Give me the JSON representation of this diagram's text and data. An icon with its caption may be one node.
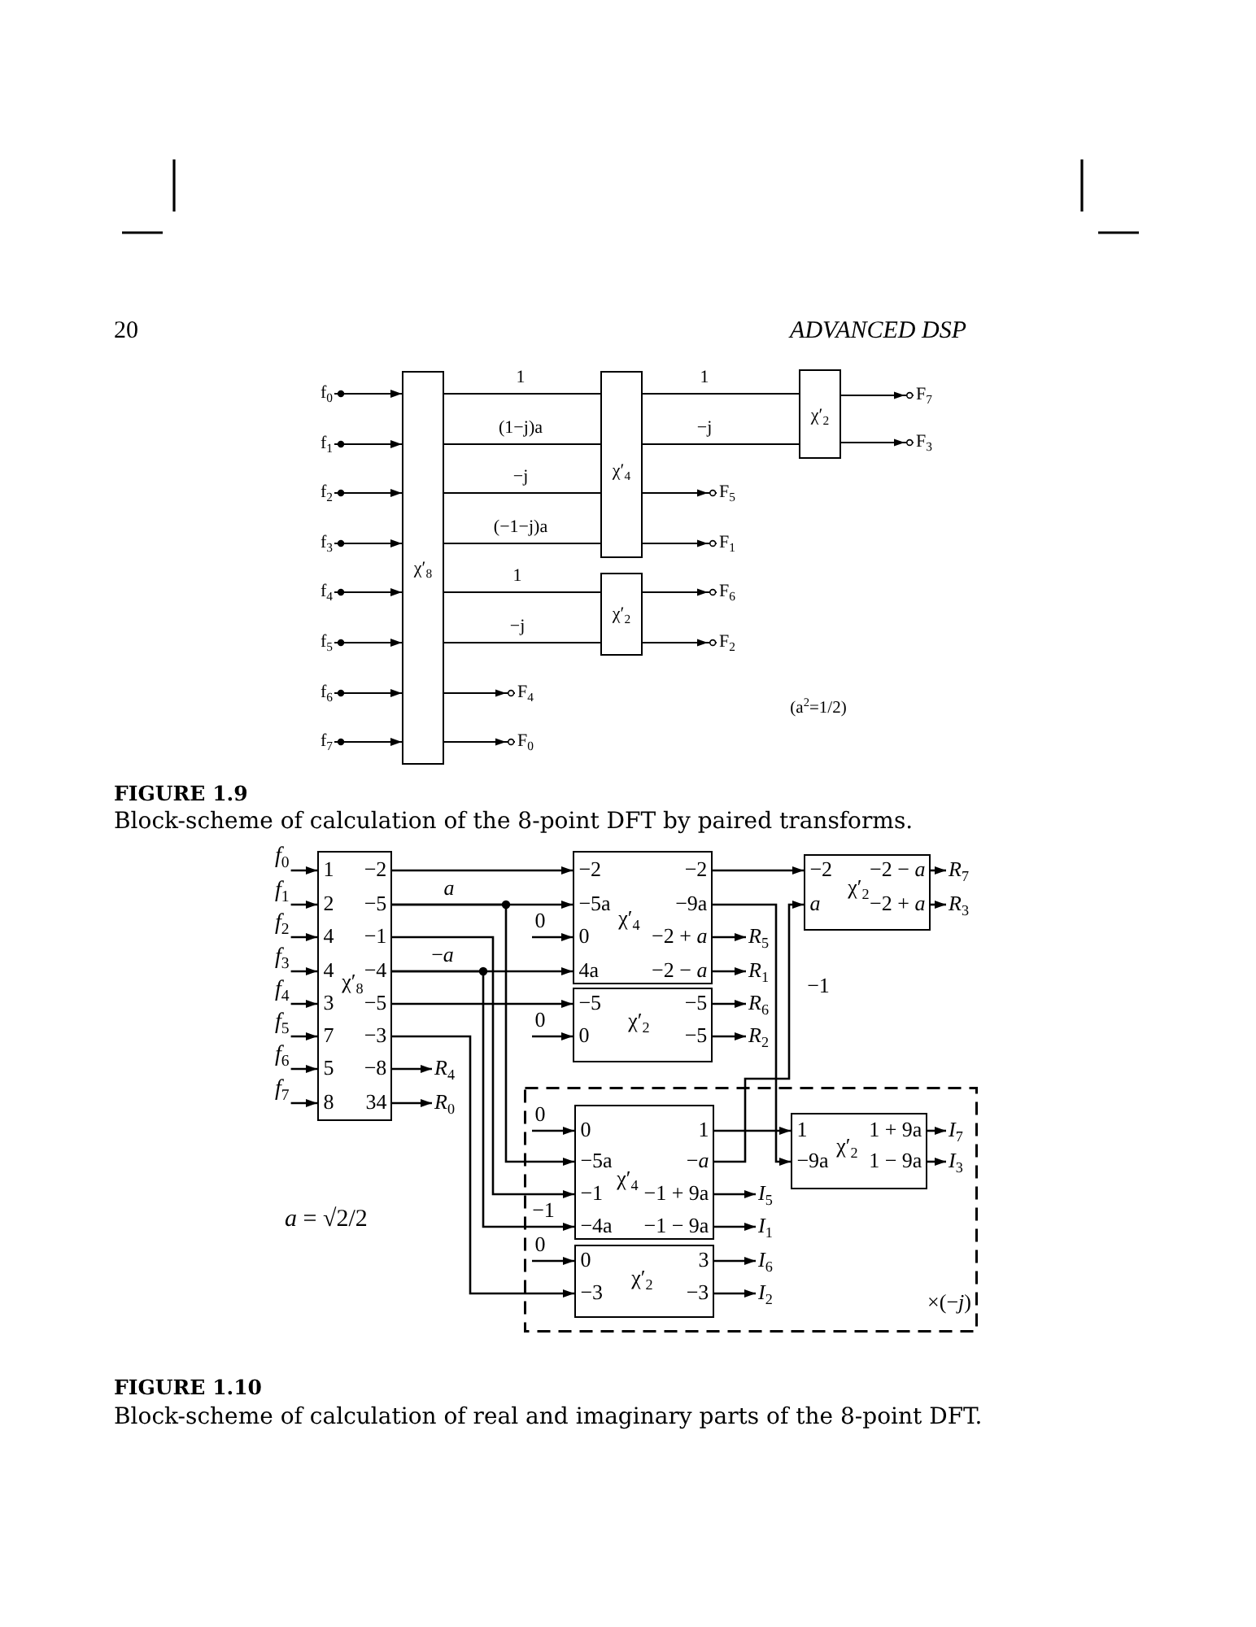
{
  "diagram": {
    "nodes": [
      {
        "text": [
          "f$_{0}$"
        ]
      },
      {
        "text": [
          "f$_{1}$"
        ]
      },
      {
        "text": [
          "f$_{2}$"
        ]
      },
      {
        "text": [
          "f$_{3}$"
        ]
      },
      {
        "text": [
          "f$_{4}$"
        ]
      },
      {
        "text": [
          "f$_{5}$"
        ]
      },
      {
        "text": [
          "f$_{6}$"
        ]
      },
      {
        "text": [
          "f$_{7}$"
        ]
      },
      {
        "text": [
          "χ′$_{8}$"
        ]
      },
      {
        "text": [
          "χ′$_{4}$"
        ]
      },
      {
        "text": [
          "χ′$_{2}$"
        ]
      },
      {
        "text": [
          "χ′$_{2}$"
        ]
      },
      {
        "text": [
          "F$_{7}$"
        ]
      },
      {
        "text": [
          "F$_{3}$"
        ]
      },
      {
        "text": [
          "F$_{5}$"
        ]
      },
      {
        "text": [
          "F$_{1}$"
        ]
      },
      {
        "text": [
          "F$_{6}$"
        ]
      },
      {
        "text": [
          "F$_{2}$"
        ]
      },
      {
        "text": [
          "F$_{4}$"
        ]
      },
      {
        "text": [
          "F$_{0}$"
        ]
      },
      {
        "text": [
          "*f*$_{0}$"
        ]
      },
      {
        "text": [
          "*f*$_{1}$"
        ]
      },
      {
        "text": [
          "*f*$_{2}$"
        ]
      },
      {
        "text": [
          "*f*$_{3}$"
        ]
      },
      {
        "text": [
          "*f*$_{4}$"
        ]
      },
      {
        "text": [
          "*f*$_{5}$"
        ]
      },
      {
        "text": [
          "*f*$_{6}$"
        ]
      },
      {
        "text": [
          "*f*$_{7}$"
        ]
      },
      {
        "text": [
          "1",
          "−2",
          "2",
          "−5",
          "4",
          "−1",
          "4",
          "−4",
          "χ′$_{8}$",
          "3",
          "−5",
          "7",
          "−3",
          "5",
          "−8",
          "8",
          "34"
        ]
      },
      {
        "text": [
          "−2",
          "−2",
          "−5a",
          "−9a",
          "χ′$_{4}$",
          "0",
          "−2 + *a*",
          "4a",
          "−2 − *a*"
        ]
      },
      {
        "text": [
          "−5",
          "−5",
          "χ′$_{2}$",
          "0",
          "−5"
        ]
      },
      {
        "text": [
          "−2",
          "−2 − *a*",
          "χ′$_{2}$",
          "*a*",
          "−2 + *a*"
        ]
      },
      {
        "text": [
          "*R*$_{7}$"
        ]
      },
      {
        "text": [
          "*R*$_{3}$"
        ]
      },
      {
        "text": [
          "*R*$_{5}$"
        ]
      },
      {
        "text": [
          "*R*$_{1}$"
        ]
      },
      {
        "text": [
          "*R*$_{6}$"
        ]
      },
      {
        "text": [
          "*R*$_{2}$"
        ]
      },
      {
        "text": [
          "*R*$_{4}$"
        ]
      },
      {
        "text": [
          "*R*$_{0}$"
        ]
      },
      {
        "text": [
          "×(−*j*)"
        ]
      },
      {
        "text": [
          "0",
          "1",
          "−5a",
          "−*a*",
          "χ′$_{4}$",
          "−1",
          "−1 + 9a",
          "−4a",
          "−1 − 9a"
        ],
        "in": 40
      },
      {
        "text": [
          "0",
          "3",
          "χ′$_{2}$",
          "−3",
          "−3"
        ],
        "in": 40
      },
      {
        "text": [
          "1",
          "1 + 9a",
          "χ′$_{2}$",
          "−9a",
          "1 − 9a"
        ],
        "in": 40
      },
      {
        "text": [
          "*I*$_{7}$"
        ],
        "in": 40
      },
      {
        "text": [
          "*I*$_{3}$"
        ],
        "in": 40
      },
      {
        "text": [
          "*I*$_{5}$"
        ],
        "in": 40
      },
      {
        "text": [
          "*I*$_{1}$"
        ],
        "in": 40
      },
      {
        "text": [
          "*I*$_{6}$"
        ],
        "in": 40
      },
      {
        "text": [
          "*I*$_{2}$"
        ],
        "in": 40
      }
    ],
    "edges": [
      {
        "from": 0,
        "to": 8,
        "arrow": "to"
      },
      {
        "from": 1,
        "to": 8,
        "arrow": "to"
      },
      {
        "from": 2,
        "to": 8,
        "arrow": "to"
      },
      {
        "from": 3,
        "to": 8,
        "arrow": "to"
      },
      {
        "from": 4,
        "to": 8,
        "arrow": "to"
      },
      {
        "from": 5,
        "to": 8,
        "arrow": "to"
      },
      {
        "from": 6,
        "to": 8,
        "arrow": "to"
      },
      {
        "from": 7,
        "to": 8,
        "arrow": "to"
      },
      {
        "from": 8,
        "to": 9,
        "arrow": "none",
        "label": "1"
      },
      {
        "from": 8,
        "to": 9,
        "arrow": "none",
        "label": "(1−j)a"
      },
      {
        "from": 8,
        "to": 9,
        "arrow": "none",
        "label": "−j"
      },
      {
        "from": 8,
        "to": 9,
        "arrow": "none",
        "label": "(−1−j)a"
      },
      {
        "from": 8,
        "to": 10,
        "arrow": "none",
        "label": "1"
      },
      {
        "from": 8,
        "to": 10,
        "arrow": "none",
        "label": "−j"
      },
      {
        "from": 8,
        "to": 18,
        "arrow": "to"
      },
      {
        "from": 8,
        "to": 19,
        "arrow": "to"
      },
      {
        "from": 9,
        "to": 11,
        "arrow": "none",
        "label": "1"
      },
      {
        "from": 9,
        "to": 11,
        "arrow": "none",
        "label": "−j"
      },
      {
        "from": 9,
        "to": 14,
        "arrow": "to"
      },
      {
        "from": 9,
        "to": 15,
        "arrow": "to"
      },
      {
        "from": 10,
        "to": 16,
        "arrow": "to"
      },
      {
        "from": 10,
        "to": 17,
        "arrow": "to"
      },
      {
        "from": 11,
        "to": 12,
        "arrow": "to"
      },
      {
        "from": 11,
        "to": 13,
        "arrow": "to"
      },
      {
        "from": 20,
        "to": 28,
        "arrow": "to"
      },
      {
        "from": 21,
        "to": 28,
        "arrow": "to"
      },
      {
        "from": 22,
        "to": 28,
        "arrow": "to"
      },
      {
        "from": 23,
        "to": 28,
        "arrow": "to"
      },
      {
        "from": 24,
        "to": 28,
        "arrow": "to"
      },
      {
        "from": 25,
        "to": 28,
        "arrow": "to"
      },
      {
        "from": 26,
        "to": 28,
        "arrow": "to"
      },
      {
        "from": 27,
        "to": 28,
        "arrow": "to"
      },
      {
        "from": 28,
        "to": 29,
        "arrow": "to"
      },
      {
        "from": 28,
        "to": 29,
        "arrow": "to",
        "label": "*a*"
      },
      {
        "from": 28,
        "to": 41,
        "arrow": "to"
      },
      {
        "from": 28,
        "to": 41,
        "arrow": "to"
      },
      {
        "from": 28,
        "to": 29,
        "arrow": "to",
        "label": "−*a*"
      },
      {
        "from": 28,
        "to": 41,
        "arrow": "to",
        "label": "−1"
      },
      {
        "from": 28,
        "to": 30,
        "arrow": "to"
      },
      {
        "from": 28,
        "to": 42,
        "arrow": "to"
      },
      {
        "from": 28,
        "to": 38,
        "arrow": "to"
      },
      {
        "from": 28,
        "to": 39,
        "arrow": "to"
      },
      {
        "from": null,
        "to": 30,
        "arrow": "to",
        "label": "0"
      },
      {
        "from": null,
        "to": 29,
        "arrow": "to",
        "label": "0"
      },
      {
        "from": 29,
        "to": 31,
        "arrow": "to"
      },
      {
        "from": 29,
        "to": 43,
        "arrow": "to"
      },
      {
        "from": 29,
        "to": 34,
        "arrow": "to"
      },
      {
        "from": 29,
        "to": 35,
        "arrow": "to"
      },
      {
        "from": 30,
        "to": 36,
        "arrow": "to"
      },
      {
        "from": 30,
        "to": 37,
        "arrow": "to"
      },
      {
        "from": 31,
        "to": 32,
        "arrow": "to"
      },
      {
        "from": 31,
        "to": 33,
        "arrow": "to"
      },
      {
        "from": null,
        "to": 41,
        "arrow": "to",
        "label": "0"
      },
      {
        "from": null,
        "to": 42,
        "arrow": "to",
        "label": "0"
      },
      {
        "from": 41,
        "to": 43,
        "arrow": "to"
      },
      {
        "from": 41,
        "to": 31,
        "arrow": "to",
        "label": "−1"
      },
      {
        "from": 41,
        "to": 46,
        "arrow": "to"
      },
      {
        "from": 41,
        "to": 47,
        "arrow": "to"
      },
      {
        "from": 42,
        "to": 48,
        "arrow": "to"
      },
      {
        "from": 42,
        "to": 49,
        "arrow": "to"
      },
      {
        "from": 43,
        "to": 44,
        "arrow": "to"
      },
      {
        "from": 43,
        "to": 45,
        "arrow": "to"
      }
    ],
    "labels": [
      "20",
      "ADVANCED DSP",
      "(a$^{2}$=1/2)",
      "FIGURE 1.9",
      "Block-scheme of calculation of the 8-point DFT by paired transforms.",
      "*a* = √2/2",
      "FIGURE 1.10",
      "Block-scheme of calculation of real and imaginary parts of the 8-point DFT."
    ]
  }
}
